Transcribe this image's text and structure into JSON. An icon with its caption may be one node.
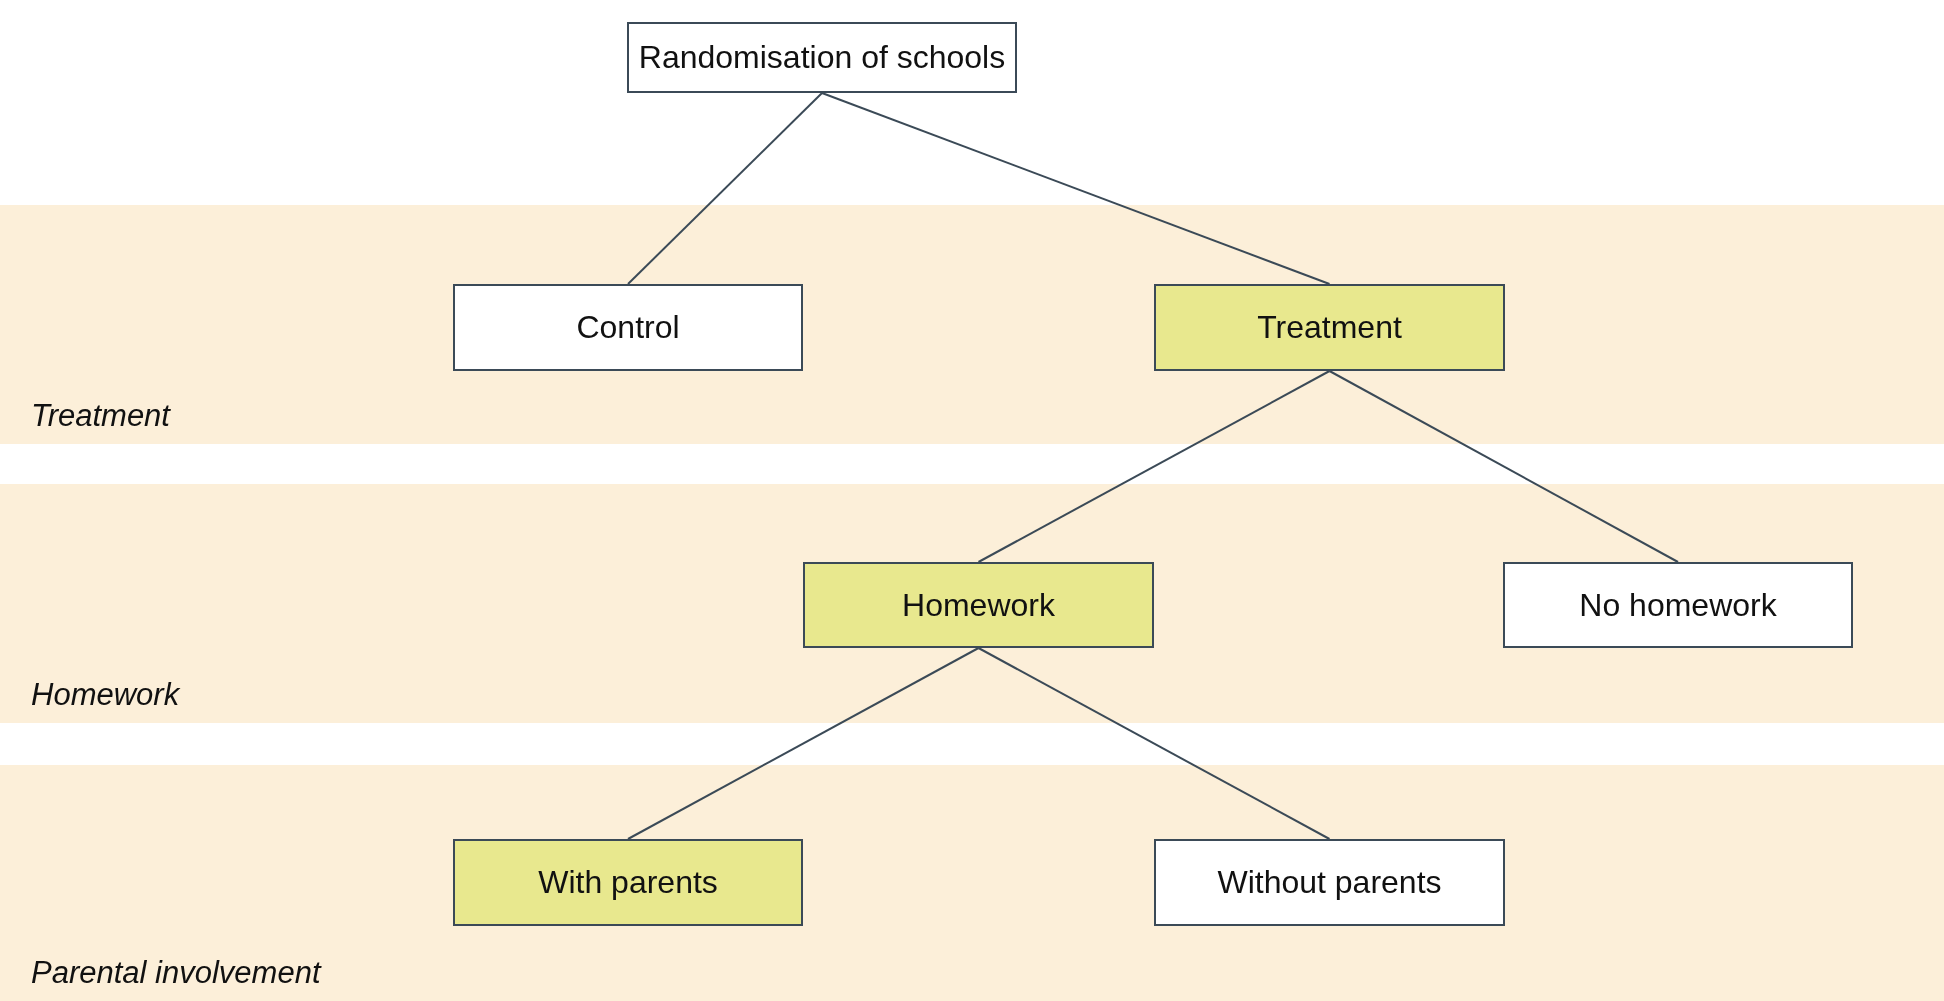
{
  "diagram": {
    "nodes": [
      {
        "text": [
          "Randomisation of schools"
        ]
      },
      {
        "text": [
          "Treatment"
        ]
      },
      {
        "text": [
          "Control"
        ],
        "in": 1
      },
      {
        "text": [
          "Treatment"
        ],
        "in": 1
      },
      {
        "text": [
          "Homework"
        ]
      },
      {
        "text": [
          "Homework"
        ],
        "in": 4
      },
      {
        "text": [
          "No homework"
        ],
        "in": 4
      },
      {
        "text": [
          "Parental involvement"
        ]
      },
      {
        "text": [
          "With parents"
        ],
        "in": 7
      },
      {
        "text": [
          "Without parents"
        ],
        "in": 7
      }
    ],
    "edges": [
      {
        "from": 0,
        "to": 2,
        "arrow": "none"
      },
      {
        "from": 0,
        "to": 3,
        "arrow": "none"
      },
      {
        "from": 3,
        "to": 5,
        "arrow": "none"
      },
      {
        "from": 3,
        "to": 6,
        "arrow": "none"
      },
      {
        "from": 5,
        "to": 8,
        "arrow": "none"
      },
      {
        "from": 5,
        "to": 9,
        "arrow": "none"
      }
    ]
  }
}
